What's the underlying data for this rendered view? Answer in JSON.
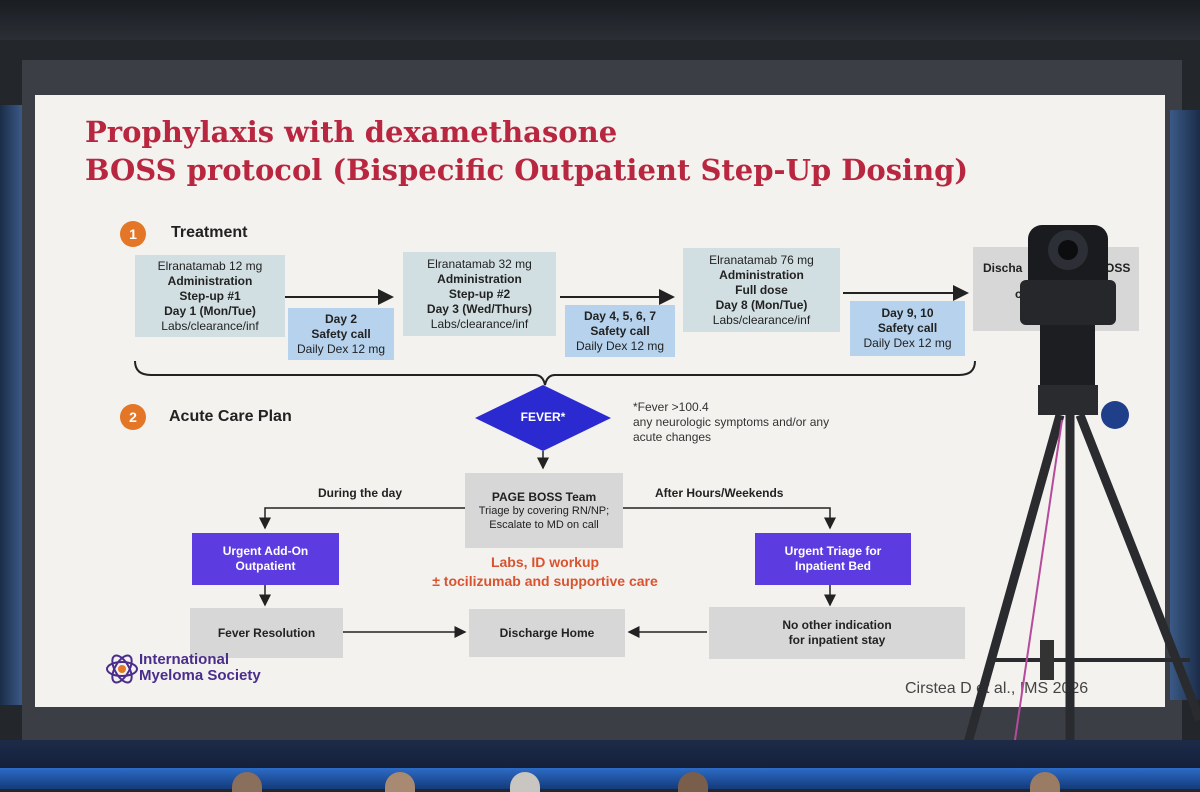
{
  "slide": {
    "title_line1": "Prophylaxis with dexamethasone",
    "title_line2": "BOSS protocol (Bispecific Outpatient Step-Up Dosing)",
    "treatment": {
      "number": "1",
      "label": "Treatment",
      "dose1": [
        "Elranatamab 12 mg",
        "Administration",
        "Step-up #1",
        "Day 1 (Mon/Tue)",
        "Labs/clearance/inf"
      ],
      "call1": [
        "Day 2",
        "Safety call",
        "Daily Dex 12 mg"
      ],
      "dose2": [
        "Elranatamab 32 mg",
        "Administration",
        "Step-up #2",
        "Day 3 (Wed/Thurs)",
        "Labs/clearance/inf"
      ],
      "call2": [
        "Day 4, 5, 6, 7",
        "Safety call",
        "Daily Dex 12 mg"
      ],
      "dose3": [
        "Elranatamab 76 mg",
        "Administration",
        "Full dose",
        "Day 8 (Mon/Tue)",
        "Labs/clearance/inf"
      ],
      "call3": [
        "Day 9, 10",
        "Safety call",
        "Daily Dex 12 mg"
      ],
      "discharge_partial": [
        "Discha",
        "OSS",
        "co"
      ]
    },
    "acute": {
      "number": "2",
      "label": "Acute Care Plan",
      "fever": "FEVER*",
      "fever_note": [
        "*Fever >100.4",
        "any neurologic symptoms and/or any",
        "acute changes"
      ],
      "page_team": [
        "PAGE BOSS Team",
        "Triage by covering RN/NP;",
        "Escalate to MD on call"
      ],
      "during_day": "During the day",
      "after_hours": "After Hours/Weekends",
      "urgent_addon": [
        "Urgent Add-On",
        "Outpatient"
      ],
      "urgent_triage": [
        "Urgent Triage for",
        "Inpatient Bed"
      ],
      "labs": [
        "Labs, ID workup",
        "± tocilizumab and supportive care"
      ],
      "fever_resolution": "Fever Resolution",
      "discharge_home": "Discharge Home",
      "no_other": [
        "No other indication",
        "for inpatient stay"
      ]
    },
    "logo": [
      "International",
      "Myeloma Society"
    ],
    "citation": "Cirstea D et al., IMS 2026"
  },
  "colors": {
    "title": "#b8273f",
    "badge": "#e37627",
    "purple": "#5c3ce0",
    "dose_box": "#d2dfe2",
    "call_box": "#b6d2ec",
    "grey_box": "#d7d7d7",
    "red_text": "#d9532f"
  }
}
